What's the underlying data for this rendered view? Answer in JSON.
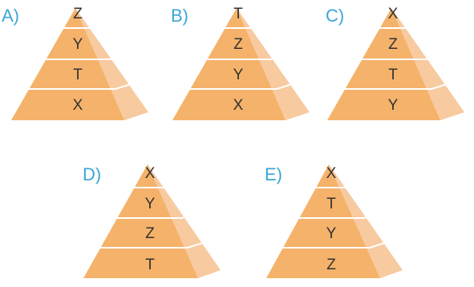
{
  "label_color": "#3aa6d8",
  "colors": {
    "front": "#f5b26a",
    "side": "#f8caa0",
    "separator": "#ffffff",
    "text": "#333333"
  },
  "pyramids": [
    {
      "option": "A)",
      "layers": [
        "Z",
        "Y",
        "T",
        "X"
      ]
    },
    {
      "option": "B)",
      "layers": [
        "T",
        "Z",
        "Y",
        "X"
      ]
    },
    {
      "option": "C)",
      "layers": [
        "X",
        "Z",
        "T",
        "Y"
      ]
    },
    {
      "option": "D)",
      "layers": [
        "X",
        "Y",
        "Z",
        "T"
      ]
    },
    {
      "option": "E)",
      "layers": [
        "X",
        "T",
        "Y",
        "Z"
      ]
    }
  ]
}
